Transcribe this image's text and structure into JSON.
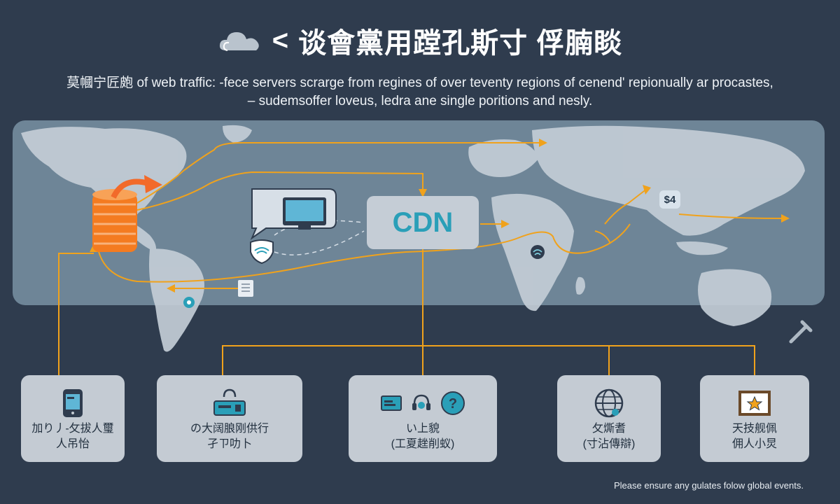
{
  "header": {
    "back_glyph": "<",
    "title": "谈會黨用蹚孔斯寸 俘腩睒",
    "cloud_icon": "cloud-icon"
  },
  "subtitle": {
    "line1": "莫幗宁匠皰 of web traffic: -fece servers scrarge from regines of over teventy regions of cenend' repionually ar procastes,",
    "line2": "– sudemsoffer loveus, ledra ane single poritions and nesly."
  },
  "diagram": {
    "center_label": "CDN",
    "price_tag": "$4",
    "colors": {
      "background": "#2f3c4e",
      "map": "#6e8597",
      "land": "#c3cdd6",
      "arrow": "#f0a21c",
      "origin": "#f47b20",
      "accent": "#2a9fb8"
    }
  },
  "cards": [
    {
      "line1": "加り丿-攵拔人璽",
      "line2": "人吊怡",
      "icon": "tablet-icon"
    },
    {
      "line1": "の大阔朖刚供行",
      "line2": "孑ㄗ叻卜",
      "icon": "server-icon"
    },
    {
      "line1": "い上貌",
      "line2": "(工夏趖削蚁)",
      "icon": "help-icon"
    },
    {
      "line1": "攵燍耆",
      "line2": "(寸沾傳辯)",
      "icon": "globe-icon"
    },
    {
      "line1": "天技舰佩",
      "line2": "佣人小炅",
      "icon": "star-frame-icon"
    }
  ],
  "footnote": "Please ensure any gulates folow global events."
}
